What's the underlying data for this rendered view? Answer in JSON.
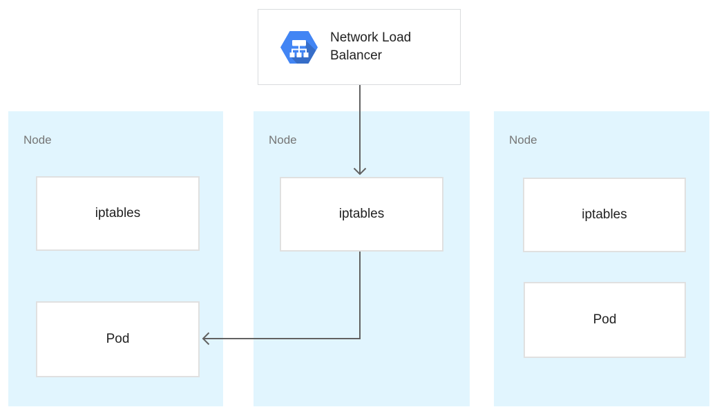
{
  "diagram": {
    "title_hint": "Network Load Balancer routing to Kubernetes nodes",
    "load_balancer": {
      "label": "Network Load Balancer",
      "icon": "network-load-balancer-hexagon-icon"
    },
    "nodes": [
      {
        "label": "Node",
        "iptables_label": "iptables",
        "pod_label": "Pod"
      },
      {
        "label": "Node",
        "iptables_label": "iptables"
      },
      {
        "label": "Node",
        "iptables_label": "iptables",
        "pod_label": "Pod"
      }
    ],
    "edges": [
      {
        "from": "load-balancer",
        "to": "node-2-iptables"
      },
      {
        "from": "node-2-iptables",
        "to": "node-1-pod"
      }
    ],
    "colors": {
      "icon_blue": "#4285f4",
      "icon_shadow": "#3367d6",
      "panel_background": "#e1f5fe",
      "box_border": "#e0e0e0",
      "lb_box_border": "#d9dbdd",
      "arrow": "#616161",
      "text_dark": "#212121",
      "text_gray": "#757575"
    }
  }
}
